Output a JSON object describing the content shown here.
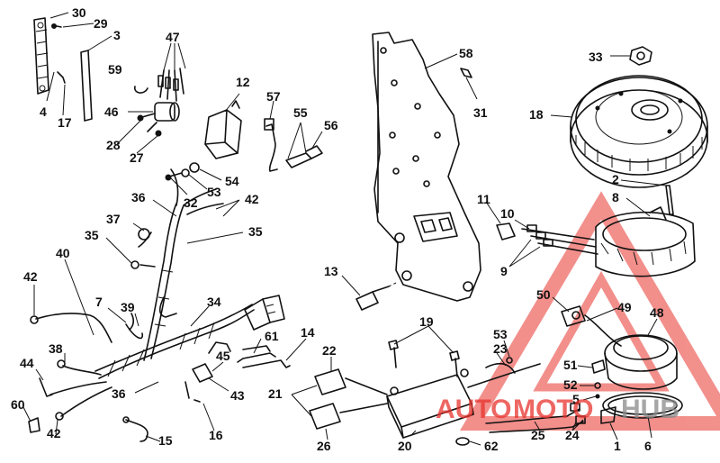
{
  "diagram": {
    "labels": [
      "30",
      "29",
      "3",
      "47",
      "59",
      "4",
      "17",
      "46",
      "28",
      "27",
      "12",
      "57",
      "55",
      "56",
      "54",
      "53",
      "32",
      "36",
      "42",
      "37",
      "35",
      "35",
      "40",
      "42",
      "7",
      "39",
      "34",
      "38",
      "44",
      "36",
      "45",
      "43",
      "61",
      "14",
      "60",
      "42",
      "15",
      "16",
      "22",
      "21",
      "26",
      "19",
      "20",
      "62",
      "58",
      "31",
      "33",
      "18",
      "2",
      "8",
      "11",
      "10",
      "9",
      "13",
      "50",
      "49",
      "48",
      "53",
      "23",
      "51",
      "52",
      "5",
      "24",
      "25",
      "1",
      "6"
    ]
  },
  "watermark": {
    "part1": "AUTO",
    "part2": "MOTO",
    "part3": "HUB",
    "color_red": "#e8342e",
    "color_gray": "#8a8a8a"
  }
}
